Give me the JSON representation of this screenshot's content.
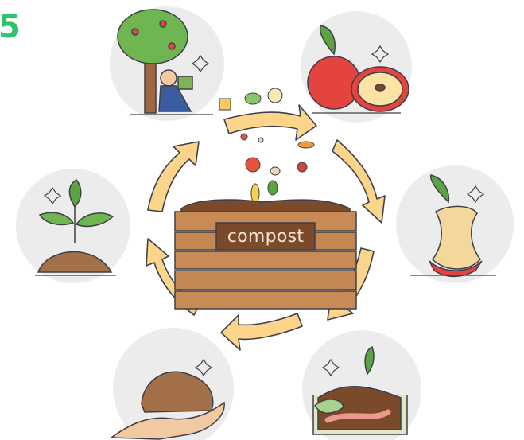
{
  "crate_label": "compost",
  "corner_glyph": "5",
  "stages": [
    {
      "id": "tree",
      "icon": "apple-tree-with-reading-person-icon"
    },
    {
      "id": "apple",
      "icon": "fresh-apple-icon"
    },
    {
      "id": "core",
      "icon": "apple-core-icon"
    },
    {
      "id": "worm",
      "icon": "worm-bin-icon"
    },
    {
      "id": "soil",
      "icon": "soil-in-hand-icon"
    },
    {
      "id": "sprout",
      "icon": "sprout-icon"
    }
  ],
  "colors": {
    "arrow": "#fdd58a",
    "arrow_stroke": "#3e3f4a",
    "circle": "#ececec",
    "wood": "#c98b55",
    "label_bg": "#7a4a2b",
    "apple_red": "#e4443f",
    "leaf": "#5aa441",
    "corner_text": "#2fc36a"
  }
}
